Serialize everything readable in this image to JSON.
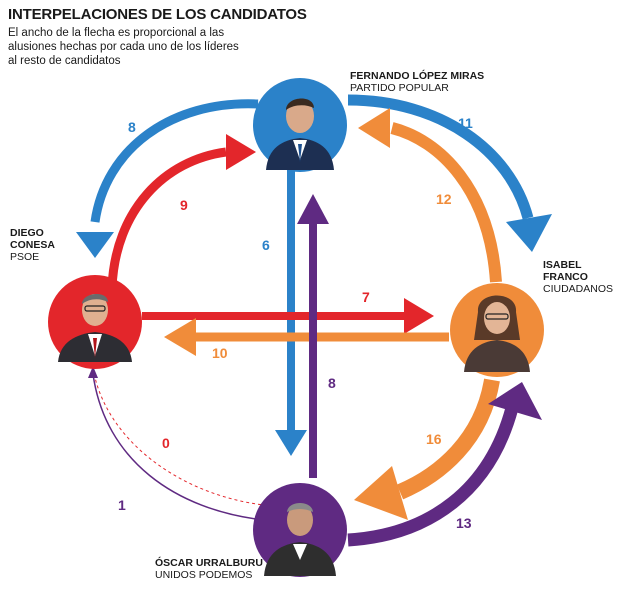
{
  "header": {
    "title": "INTERPELACIONES DE LOS CANDIDATOS",
    "subtitle": "El ancho de la flecha es proporcional a las alusiones hechas por cada uno de los líderes al resto de candidatos"
  },
  "candidates": {
    "pp": {
      "name": "FERNANDO LÓPEZ MIRAS",
      "party": "PARTIDO POPULAR",
      "color": "#2b82c9"
    },
    "psoe": {
      "name": "DIEGO CONESA",
      "party": "PSOE",
      "color": "#e3262b"
    },
    "cs": {
      "name": "ISABEL FRANCO",
      "party": "CIUDADANOS",
      "color": "#f08c3a"
    },
    "up": {
      "name": "ÓSCAR URRALBURU",
      "party": "UNIDOS PODEMOS",
      "color": "#5f2a82"
    }
  },
  "psoe_name_lines": [
    "DIEGO",
    "CONESA"
  ],
  "cs_name_lines": [
    "ISABEL",
    "FRANCO"
  ],
  "arrows": [
    {
      "from": "pp",
      "to": "psoe",
      "value": "8"
    },
    {
      "from": "pp",
      "to": "cs",
      "value": "11"
    },
    {
      "from": "psoe",
      "to": "pp",
      "value": "9"
    },
    {
      "from": "cs",
      "to": "pp",
      "value": "12"
    },
    {
      "from": "pp",
      "to": "up",
      "value": "6"
    },
    {
      "from": "psoe",
      "to": "cs",
      "value": "7"
    },
    {
      "from": "cs",
      "to": "psoe",
      "value": "10"
    },
    {
      "from": "up",
      "to": "pp",
      "value": "8"
    },
    {
      "from": "psoe",
      "to": "up",
      "value": "0"
    },
    {
      "from": "cs",
      "to": "up",
      "value": "16"
    },
    {
      "from": "up",
      "to": "psoe",
      "value": "1"
    },
    {
      "from": "up",
      "to": "cs",
      "value": "13"
    }
  ]
}
